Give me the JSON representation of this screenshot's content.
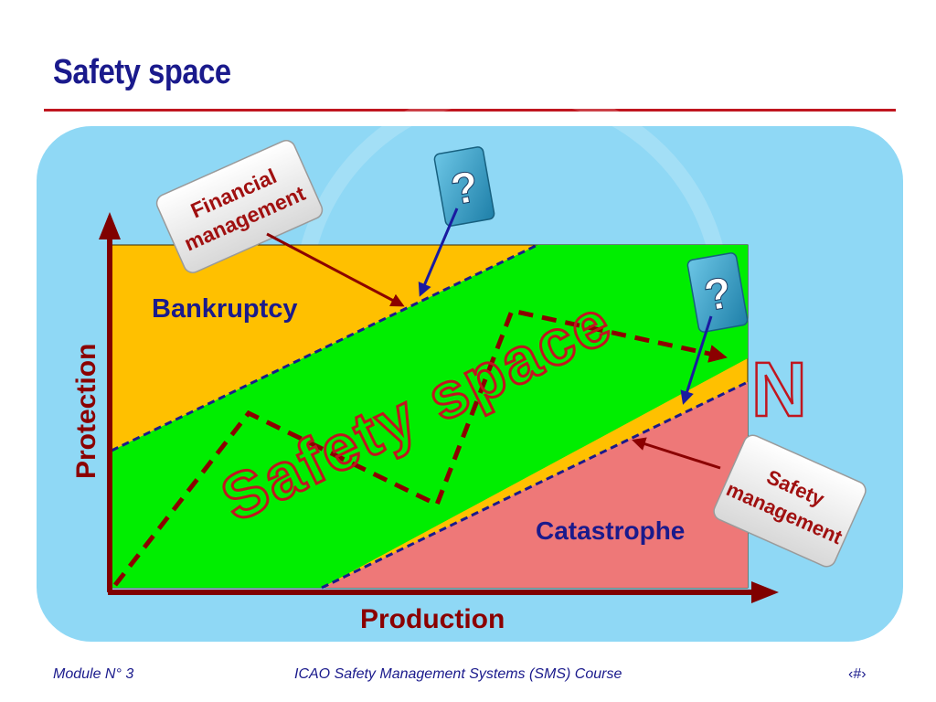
{
  "slide": {
    "title": "Safety space"
  },
  "diagram": {
    "zones": {
      "upper": "Bankruptcy",
      "lower": "Catastrophe",
      "middle": "Safety space"
    },
    "axes": {
      "y_label": "Protection",
      "x_label": "Production"
    },
    "callouts": {
      "financial": [
        "Financial",
        "management"
      ],
      "safety": [
        "Safety",
        "management"
      ],
      "question_mark": "?"
    },
    "watermark_letter": "N",
    "colors": {
      "bankruptcy": "#ffc000",
      "safety_space": "#00ee00",
      "catastrophe": "#ee7878",
      "axis": "#800000",
      "dashed_boundary": "#1a1a8c",
      "path": "#8b0000",
      "question_tile": "#3aa0c8"
    }
  },
  "footer": {
    "module": "Module N° 3",
    "course": "ICAO Safety Management Systems (SMS) Course",
    "page": "‹#›"
  }
}
